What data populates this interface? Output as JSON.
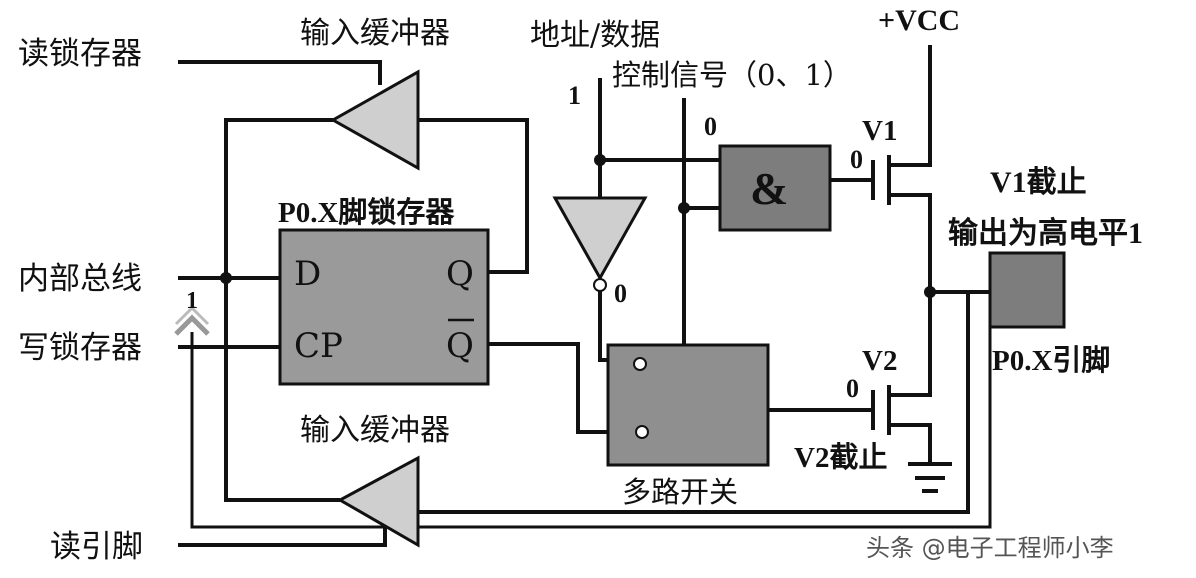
{
  "labels": {
    "read_latch": "读锁存器",
    "input_buffer_top": "输入缓冲器",
    "internal_bus": "内部总线",
    "write_latch": "写锁存器",
    "input_buffer_bottom": "输入缓冲器",
    "read_pin": "读引脚",
    "latch_title": "P0.X脚锁存器",
    "latch_d": "D",
    "latch_q": "Q",
    "latch_cp": "CP",
    "latch_qbar": "Q",
    "address_data": "地址/数据",
    "control_signal": "控制信号（0、1）",
    "vcc": "+VCC",
    "and_symbol": "&",
    "mux_label": "多路开关",
    "v1": "V1",
    "v2": "V2",
    "v1_cutoff": "V1截止",
    "output_high": "输出为高电平1",
    "pin_label": "P0.X引脚",
    "v2_cutoff": "V2截止",
    "val_addr": "1",
    "val_ctrl": "0",
    "val_inv": "0",
    "val_v1": "0",
    "val_v2": "0",
    "val_write": "1",
    "watermark": "头条 @电子工程师小李"
  }
}
